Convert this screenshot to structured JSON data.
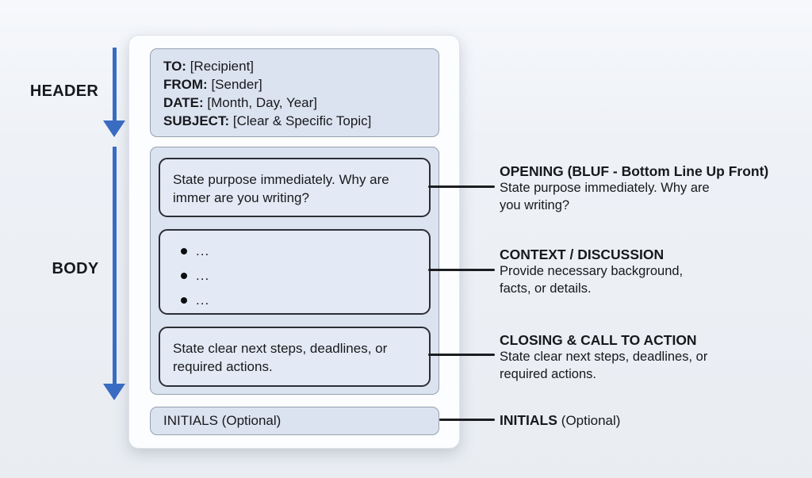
{
  "colors": {
    "accent_blue": "#3a6cc3",
    "line_color": "#1b1d20",
    "panel_fill": "#dce3f0",
    "inner_fill": "#e4eaf5",
    "panel_border": "#97a0af",
    "inner_border": "#2b2f35",
    "text_color": "#17191c"
  },
  "diagram": {
    "left_labels": {
      "header": "HEADER",
      "body": "BODY"
    },
    "memo": {
      "header_fields": [
        {
          "label": "TO:",
          "value": "[Recipient]"
        },
        {
          "label": "FROM:",
          "value": "[Sender]"
        },
        {
          "label": "DATE:",
          "value": "[Month, Day, Year]"
        },
        {
          "label": "SUBJECT:",
          "value": "[Clear & Specific Topic]"
        }
      ],
      "opening_text": "State purpose immediately. Why are immer are you writing?",
      "bullets": [
        "...",
        "...",
        "..."
      ],
      "closing_text": "State clear next steps, deadlines, or required actions.",
      "initials_text": "INITIALS (Optional)"
    },
    "annotations": [
      {
        "heading": "OPENING (BLUF - Bottom Line Up Front)",
        "body": "State purpose immediately. Why are you writing?"
      },
      {
        "heading": "CONTEXT / DISCUSSION",
        "body": "Provide necessary background, facts, or details."
      },
      {
        "heading": "CLOSING & CALL TO ACTION",
        "body": "State clear next steps, deadlines, or required actions."
      },
      {
        "heading": "INITIALS",
        "body": "(Optional)"
      }
    ]
  }
}
